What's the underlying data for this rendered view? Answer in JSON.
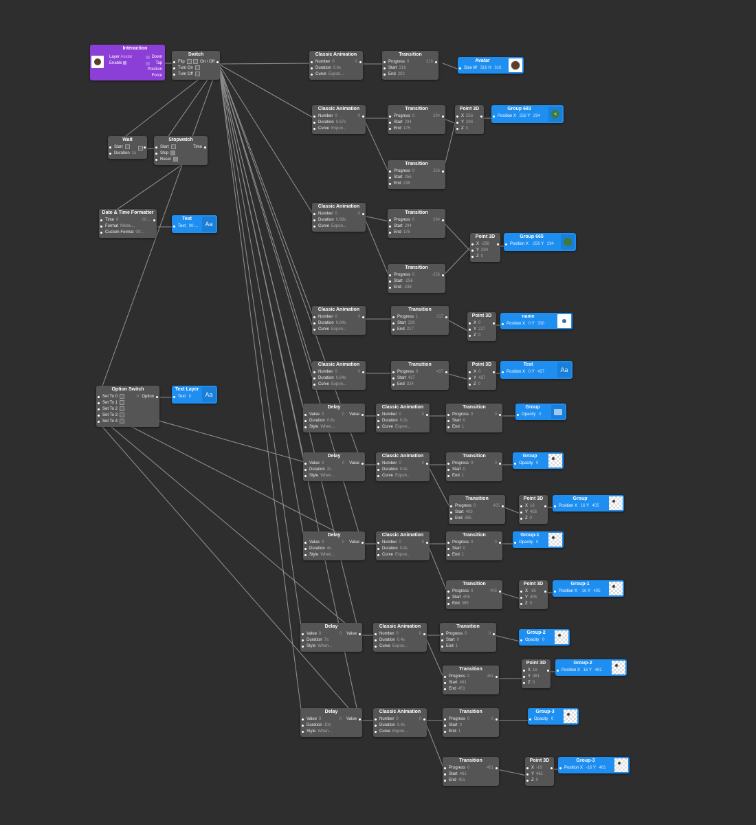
{
  "interaction": {
    "title": "Interaction",
    "layer_label": "Layer",
    "layer_value": "Avatar",
    "enable_label": "Enable",
    "down": "Down",
    "tap": "Tap",
    "position": "Position",
    "force": "Force"
  },
  "switch": {
    "title": "Switch",
    "flip": "Flip",
    "turn_on": "Turn On",
    "turn_off": "Turn Off",
    "on_off": "On / Off"
  },
  "wait": {
    "title": "Wait",
    "start": "Start",
    "duration": "Duration",
    "duration_value": "1s"
  },
  "stopwatch": {
    "title": "Stopwatch",
    "start": "Start",
    "stop": "Stop",
    "reset": "Reset",
    "time": "Time"
  },
  "formatter": {
    "title": "Date & Time Formatter",
    "time": "Time",
    "time_value": "0",
    "time_out": "00:...",
    "format": "Format",
    "format_value": "Mediu...",
    "custom_format": "Custom Format",
    "custom_value": "00:..."
  },
  "text_out": {
    "title": "Text",
    "label": "Text",
    "value": "00:..."
  },
  "option_switch": {
    "title": "Option Switch",
    "items": [
      "Set To 0",
      "Set To 1",
      "Set To 2",
      "Set To 3",
      "Set To 4"
    ],
    "option": "Option",
    "option_value": "0"
  },
  "text_layer": {
    "title": "Text Layer",
    "label": "Text",
    "value": "0"
  },
  "common": {
    "classic_animation": "Classic Animation",
    "transition": "Transition",
    "point3d": "Point 3D",
    "delay": "Delay",
    "number": "Number",
    "duration": "Duration",
    "curve": "Curve",
    "curve_value": "Expon...",
    "progress": "Progress",
    "start": "Start",
    "end": "End",
    "x": "X",
    "y": "Y",
    "z": "Z",
    "value": "Value",
    "style": "Style",
    "style_value": "When...",
    "opacity": "Opacity",
    "position": "Position",
    "size": "Size",
    "w": "W",
    "h": "H",
    "aa": "Aa",
    "zero": "0",
    "one": "1"
  },
  "anims": [
    {
      "duration": "0.6s",
      "out": "0"
    },
    {
      "duration": "0.67s",
      "out": "0"
    },
    {
      "duration": "0.69s",
      "out": "0"
    },
    {
      "duration": "0.64s",
      "out": "0"
    },
    {
      "duration": "0.64s",
      "out": "0"
    }
  ],
  "transitions": [
    {
      "progress": "0",
      "start": "316",
      "end": "202",
      "out": "316"
    },
    {
      "progress": "0",
      "start": "294",
      "end": "175",
      "out": "294"
    },
    {
      "progress": "0",
      "start": "256",
      "end": "238",
      "out": "256"
    },
    {
      "progress": "0",
      "start": "294",
      "end": "175",
      "out": "294"
    },
    {
      "progress": "0",
      "start": "-256",
      "end": "-238",
      "out": "-256"
    },
    {
      "progress": "1",
      "start": "330",
      "end": "217",
      "out": "217"
    },
    {
      "progress": "0",
      "start": "437",
      "end": "324",
      "out": "437"
    }
  ],
  "points": [
    {
      "x": "256",
      "y": "294",
      "z": "0"
    },
    {
      "x": "-256",
      "y": "294",
      "z": "0"
    },
    {
      "x": "0",
      "y": "217",
      "z": "0"
    },
    {
      "x": "0",
      "y": "437",
      "z": "0"
    }
  ],
  "layers": {
    "avatar": {
      "title": "Avatar",
      "w": "316",
      "h": "316"
    },
    "group683": {
      "title": "Group 683",
      "x": "256",
      "y": "294"
    },
    "group665": {
      "title": "Group 665",
      "x": "-256",
      "y": "294"
    },
    "name": {
      "title": "name",
      "x": "0",
      "y": "330"
    },
    "text": {
      "title": "Text",
      "x": "0",
      "y": "437"
    }
  },
  "delays": [
    {
      "value": "0",
      "duration": "0.6s",
      "out": "0"
    },
    {
      "value": "0",
      "duration": "2s",
      "out": "0"
    },
    {
      "value": "0",
      "duration": "4s",
      "out": "0"
    },
    {
      "value": "0",
      "duration": "7s",
      "out": "0"
    },
    {
      "value": "0",
      "duration": "10s",
      "out": "0"
    }
  ],
  "stages": [
    {
      "anim_duration": "0.3s",
      "opacity_title": "Group",
      "sub": null
    },
    {
      "anim_duration": "0.4s",
      "opacity_title": "Group",
      "sub": {
        "start": "405",
        "end": "395",
        "out": "405",
        "x": "16",
        "y": "405",
        "z": "0",
        "layer": "Group",
        "lx": "16",
        "ly": "405"
      }
    },
    {
      "anim_duration": "0.4s",
      "opacity_title": "Group-1",
      "sub": {
        "start": "405",
        "end": "395",
        "out": "405",
        "x": "-16",
        "y": "405",
        "z": "0",
        "layer": "Group-1",
        "lx": "-16",
        "ly": "405"
      }
    },
    {
      "anim_duration": "0.4s",
      "opacity_title": "Group-2",
      "sub": {
        "start": "461",
        "end": "451",
        "out": "461",
        "x": "16",
        "y": "461",
        "z": "0",
        "layer": "Group-2",
        "lx": "16",
        "ly": "461"
      }
    },
    {
      "anim_duration": "0.4s",
      "opacity_title": "Group-3",
      "sub": {
        "start": "461",
        "end": "451",
        "out": "461",
        "x": "-16",
        "y": "461",
        "z": "0",
        "layer": "Group-3",
        "lx": "-16",
        "ly": "461"
      }
    }
  ]
}
